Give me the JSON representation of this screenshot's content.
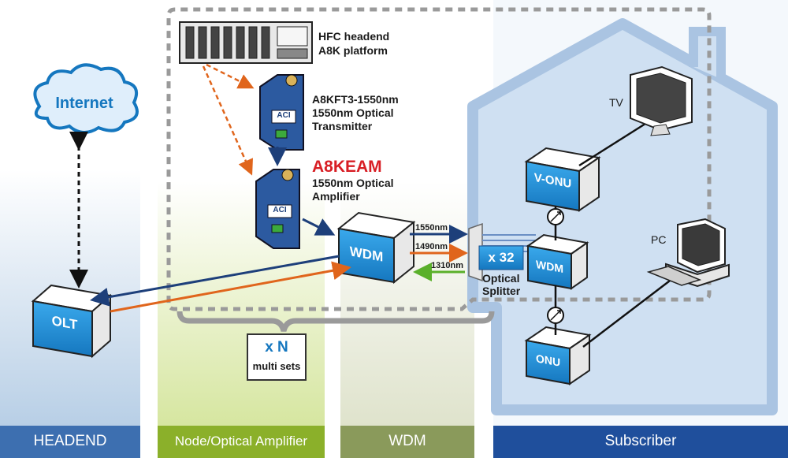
{
  "sections": {
    "headend": "HEADEND",
    "node_amp": "Node/Optical Amplifier",
    "wdm": "WDM",
    "subscriber": "Subscriber"
  },
  "devices": {
    "internet": "Internet",
    "olt": "OLT",
    "wdm_main": "WDM",
    "wdm_home": "WDM",
    "vonu": "V-ONU",
    "onu": "ONU",
    "splitter_count": "x 32"
  },
  "labels": {
    "hfc_line1": "HFC headend",
    "hfc_line2": "A8K platform",
    "tx_line1": "A8KFT3-1550nm",
    "tx_line2": "1550nm Optical",
    "tx_line3": "Transmitter",
    "amp_title": "A8KEAM",
    "amp_line2": "1550nm Optical",
    "amp_line3": "Amplifier",
    "wl_1550": "1550nm",
    "wl_1490": "1490nm",
    "wl_1310": "1310nm",
    "splitter_line1": "Optical",
    "splitter_line2": "Splitter",
    "multi_n": "x N",
    "multi_sets": "multi sets",
    "tv": "TV",
    "pc": "PC",
    "module_badge": "ACI"
  },
  "colors": {
    "headend_band": "#3d6fb0",
    "node_band": "#8bb02a",
    "wdm_band": "#8a9a5b",
    "subscriber_band": "#1f4f9c",
    "device_blue": "#1e8fd6",
    "downstream_arrow": "#1d3f7a",
    "upstream_arrow": "#e0651c",
    "return_arrow": "#5ab02a",
    "dashed_link": "#e0651c"
  }
}
